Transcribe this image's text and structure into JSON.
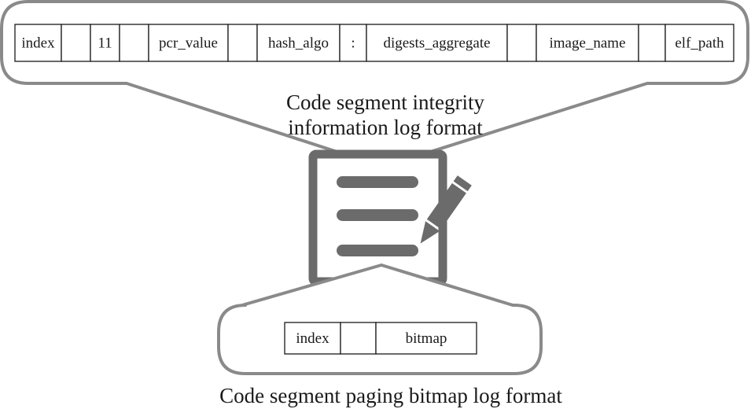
{
  "top_format": {
    "fields": [
      "index",
      "",
      "11",
      "",
      "pcr_value",
      "",
      "hash_algo",
      ":",
      "digests_aggregate",
      "",
      "image_name",
      "",
      "elf_path"
    ],
    "caption_line1": "Code segment integrity",
    "caption_line2": "information log format"
  },
  "bottom_format": {
    "fields": [
      "index",
      "",
      "bitmap"
    ],
    "caption": "Code segment paging bitmap log format"
  },
  "icon": "document-edit-icon"
}
